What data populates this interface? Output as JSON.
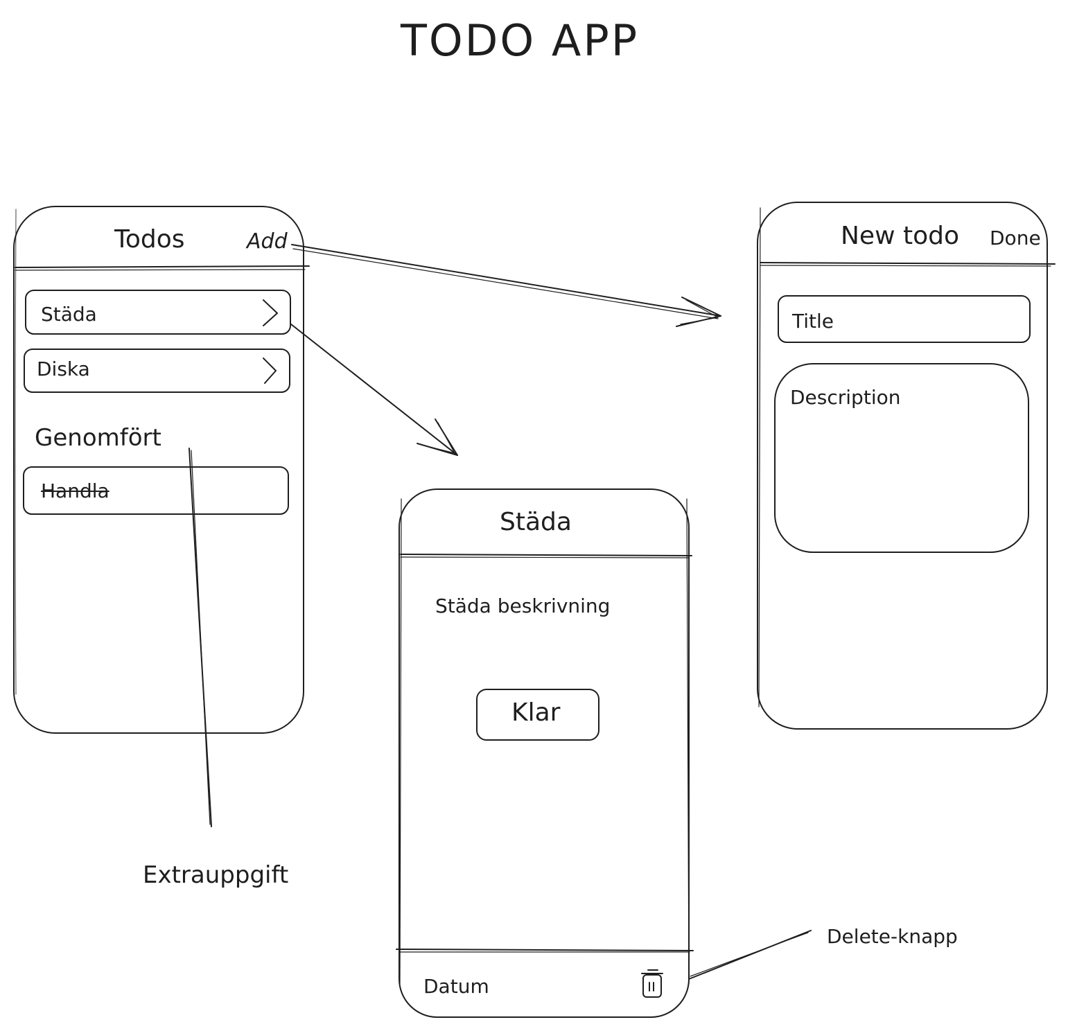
{
  "title": "TODO APP",
  "list_screen": {
    "title": "Todos",
    "add_label": "Add",
    "items": [
      {
        "label": "Städa"
      },
      {
        "label": "Diska"
      }
    ],
    "completed_heading": "Genomfört",
    "completed_items": [
      {
        "label": "Handla"
      }
    ]
  },
  "detail_screen": {
    "title": "Städa",
    "description": "Städa beskrivning",
    "done_button": "Klar",
    "date_label": "Datum",
    "delete_icon": "trash-icon"
  },
  "new_screen": {
    "title": "New todo",
    "done_label": "Done",
    "title_field": "Title",
    "description_field": "Description"
  },
  "annotations": {
    "extra_task": "Extrauppgift",
    "delete_button_note": "Delete-knapp"
  },
  "colors": {
    "stroke": "#1e1e1e",
    "background": "#ffffff"
  }
}
